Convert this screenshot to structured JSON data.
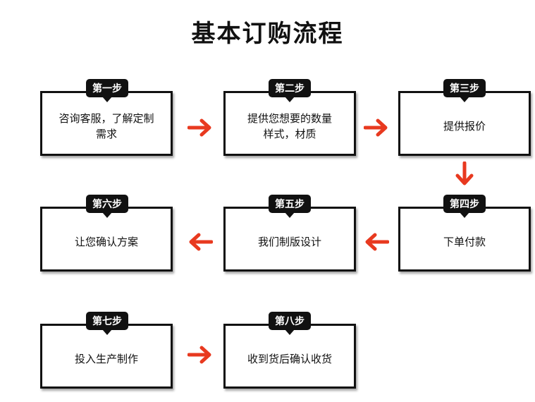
{
  "title": "基本订购流程",
  "accent_color": "#e8391f",
  "steps": [
    {
      "badge": "第一步",
      "text": "咨询客服，了解定制\n需求"
    },
    {
      "badge": "第二步",
      "text": "提供您想要的数量\n样式，材质"
    },
    {
      "badge": "第三步",
      "text": "提供报价"
    },
    {
      "badge": "第四步",
      "text": "下单付款"
    },
    {
      "badge": "第五步",
      "text": "我们制版设计"
    },
    {
      "badge": "第六步",
      "text": "让您确认方案"
    },
    {
      "badge": "第七步",
      "text": "投入生产制作"
    },
    {
      "badge": "第八步",
      "text": "收到货后确认收货"
    }
  ],
  "arrow_icons": [
    "arrow-right-icon",
    "arrow-right-icon",
    "arrow-down-icon",
    "arrow-left-icon",
    "arrow-left-icon",
    "arrow-right-icon"
  ]
}
